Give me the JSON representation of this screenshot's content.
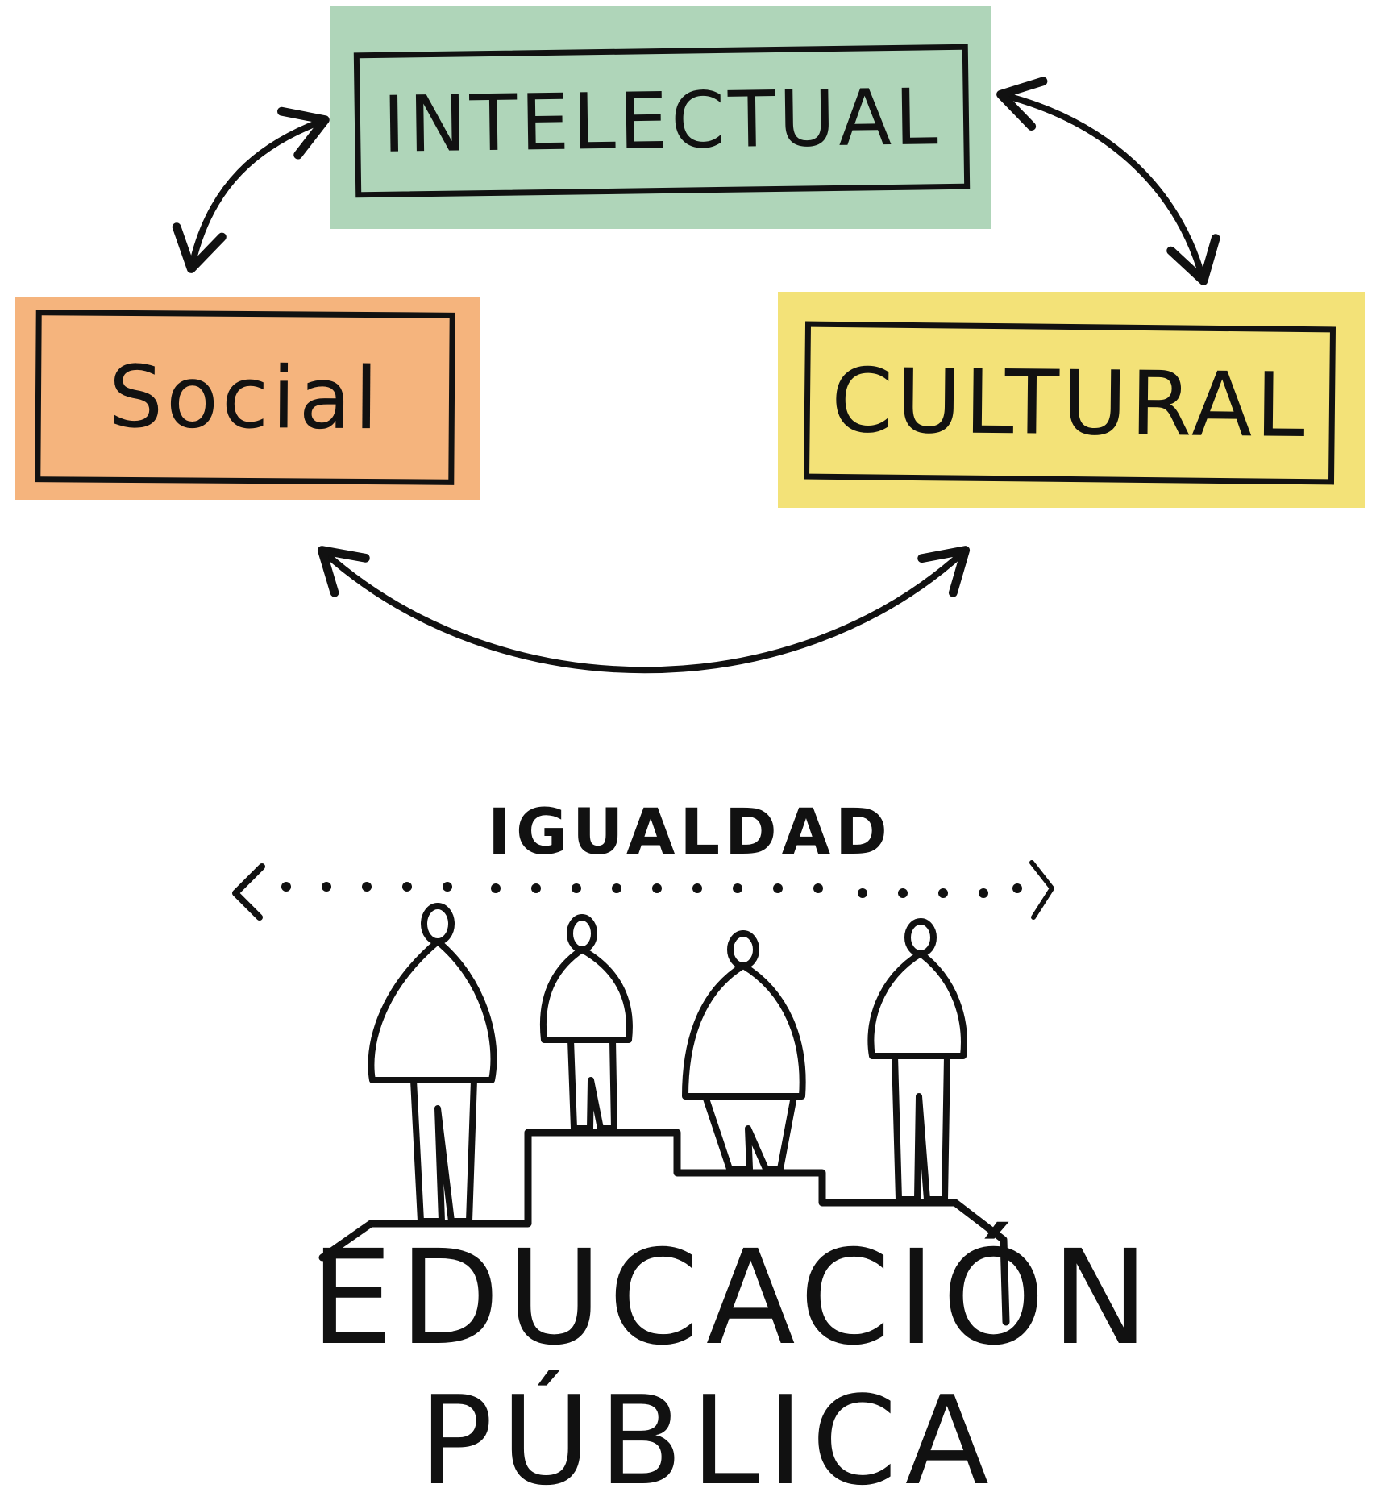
{
  "diagram": {
    "nodes": [
      {
        "id": "intelectual",
        "label": "INTELECTUAL",
        "color": "#afd5b9"
      },
      {
        "id": "social",
        "label": "Social",
        "color": "#f5b47d"
      },
      {
        "id": "cultural",
        "label": "CULTURAL",
        "color": "#f3e278"
      }
    ],
    "edges": [
      {
        "from": "intelectual",
        "to": "social",
        "bidirectional": true
      },
      {
        "from": "intelectual",
        "to": "cultural",
        "bidirectional": true
      },
      {
        "from": "social",
        "to": "cultural",
        "bidirectional": true
      }
    ]
  },
  "illustration": {
    "equality_label": "IGUALDAD",
    "people_count": 4,
    "title_line1": "EDUCACIÓN",
    "title_line2": "PÚBLICA"
  },
  "colors": {
    "ink": "#111111",
    "background": "#ffffff"
  }
}
